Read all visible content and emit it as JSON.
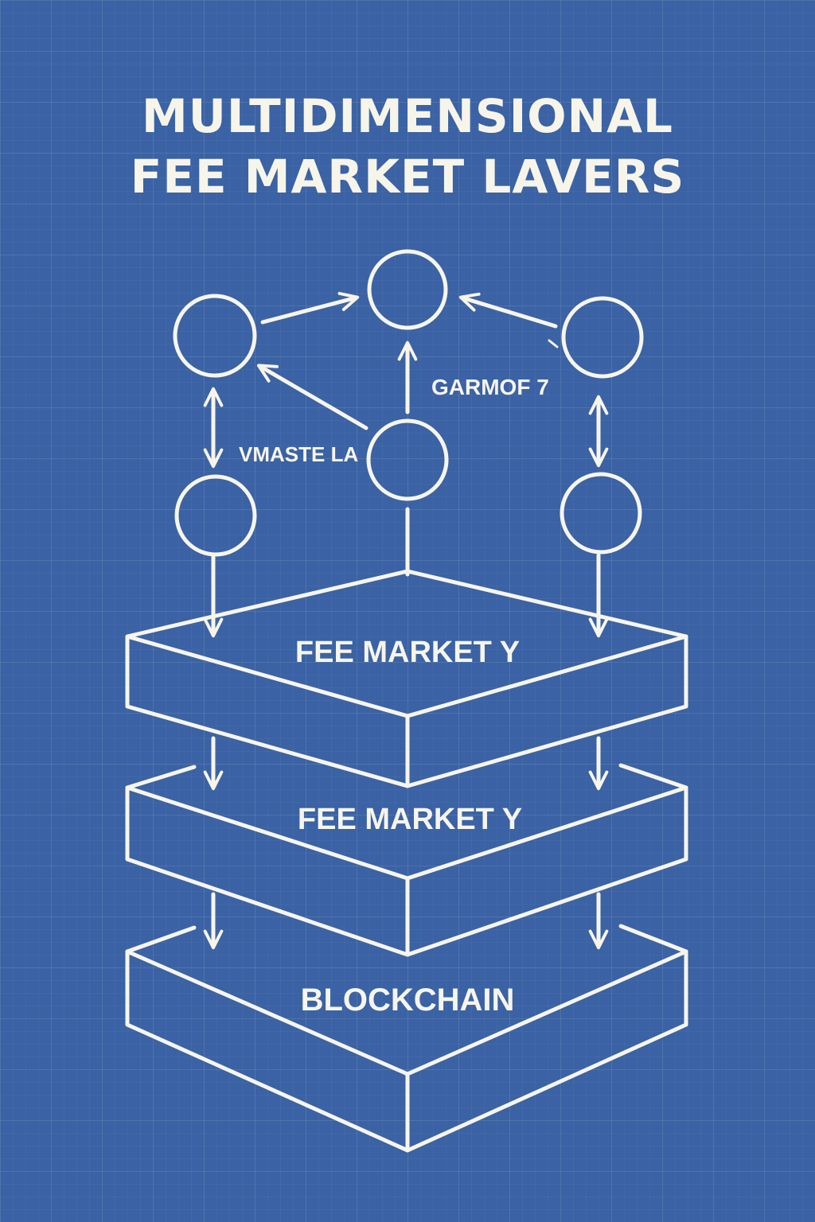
{
  "title": {
    "line1": "MULTIDIMENSIONAL",
    "line2": "FEE MARKET LAVERS"
  },
  "network_labels": {
    "left": "VMASTE LA",
    "right": "GARMOF 7"
  },
  "layers": [
    {
      "label": "FEE MARKET  Y"
    },
    {
      "label": "FEE MARKET  Y"
    },
    {
      "label": "BLOCKCHAIN"
    }
  ],
  "colors": {
    "background": "#3a62a4",
    "line": "#f7f5ea"
  }
}
